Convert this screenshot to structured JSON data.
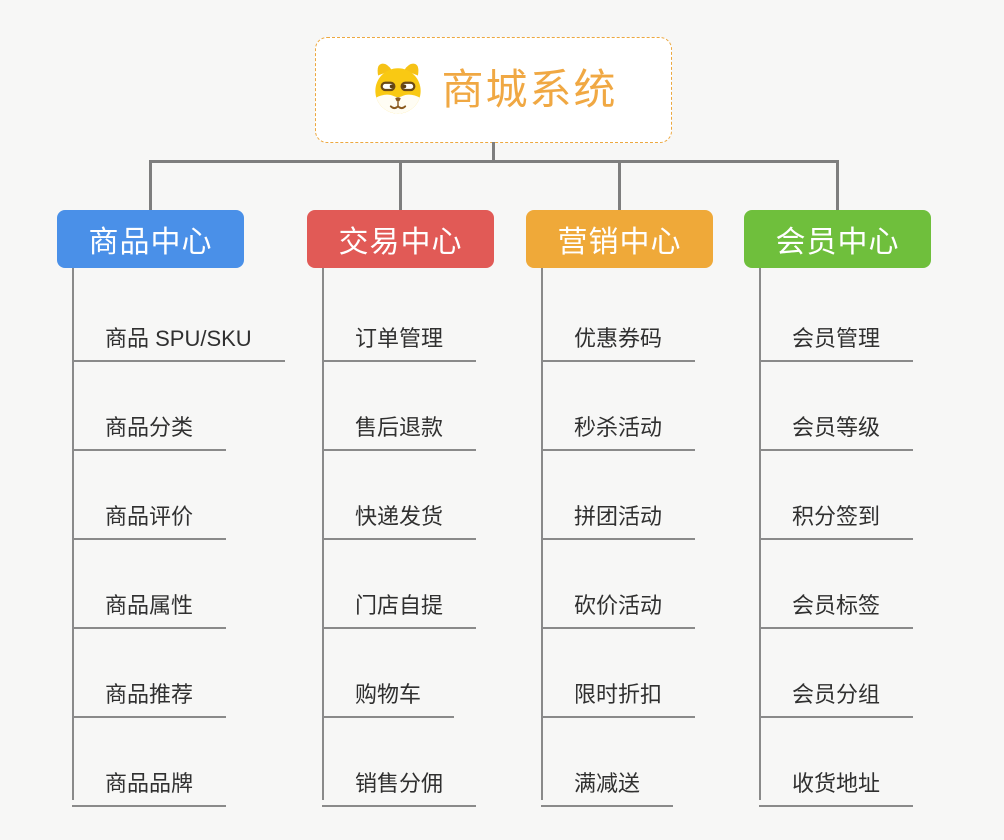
{
  "root": {
    "title": "商城系统",
    "icon": "shiba-dog-icon"
  },
  "branches": [
    {
      "label": "商品中心",
      "color": "#4a90e8",
      "items": [
        "商品 SPU/SKU",
        "商品分类",
        "商品评价",
        "商品属性",
        "商品推荐",
        "商品品牌"
      ]
    },
    {
      "label": "交易中心",
      "color": "#e15a56",
      "items": [
        "订单管理",
        "售后退款",
        "快递发货",
        "门店自提",
        "购物车",
        "销售分佣"
      ]
    },
    {
      "label": "营销中心",
      "color": "#efa939",
      "items": [
        "优惠券码",
        "秒杀活动",
        "拼团活动",
        "砍价活动",
        "限时折扣",
        "满减送"
      ]
    },
    {
      "label": "会员中心",
      "color": "#6fbf3c",
      "items": [
        "会员管理",
        "会员等级",
        "积分签到",
        "会员标签",
        "会员分组",
        "收货地址"
      ]
    }
  ],
  "colors": {
    "background": "#f7f7f6",
    "connector": "#7e7e7e",
    "leaf_line": "#8a8a8a",
    "leaf_text": "#303030",
    "root_title": "#f0a843",
    "root_border": "#eda83f"
  }
}
